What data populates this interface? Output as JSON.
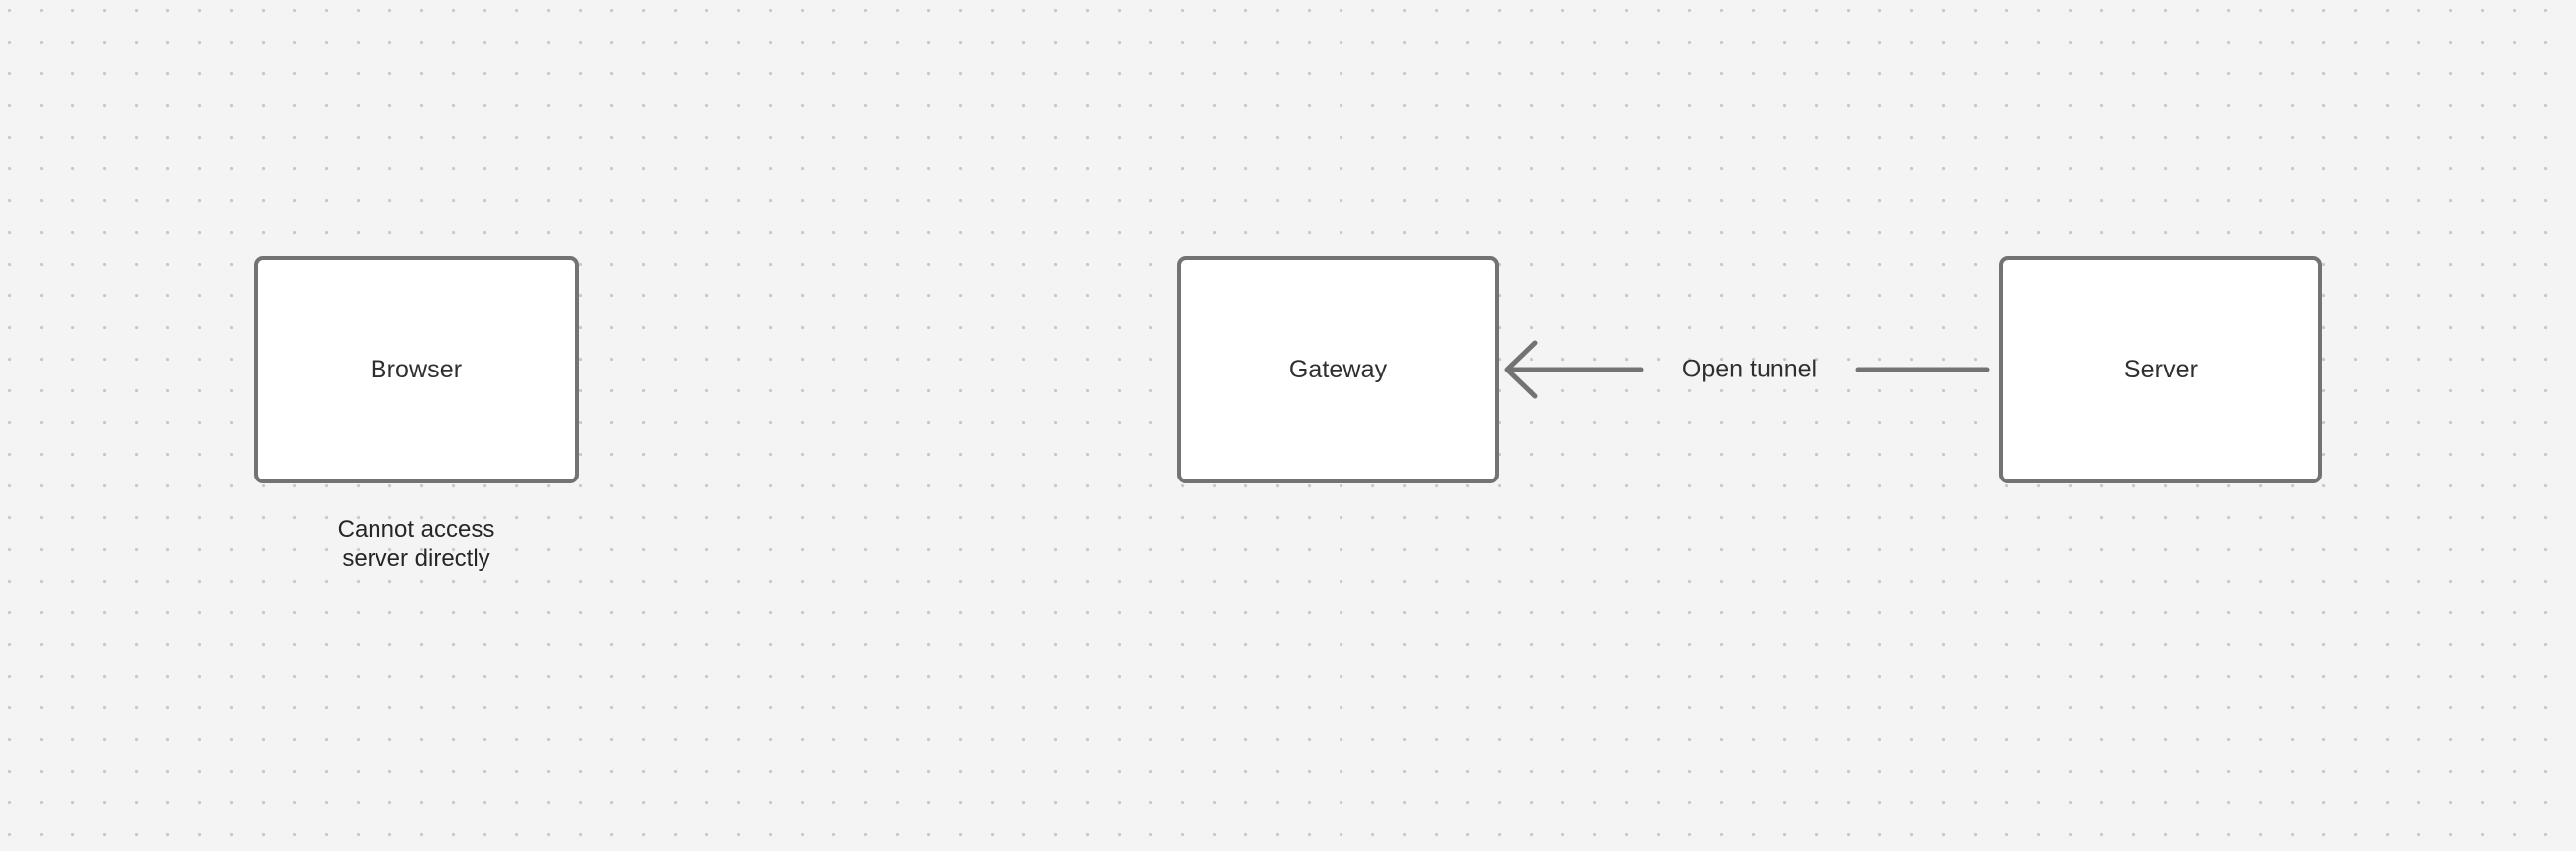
{
  "canvas": {
    "background_color": "#f4f4f4",
    "dot_color": "#c9c9c9",
    "dot_spacing": "32"
  },
  "diagram": {
    "type": "flow-diagram",
    "nodes": [
      {
        "id": "browser",
        "label": "Browser",
        "caption_line_1": "Cannot access",
        "caption_line_2": "server directly",
        "fill": "#ffffff",
        "border_color": "#737373"
      },
      {
        "id": "gateway",
        "label": "Gateway",
        "fill": "#ffffff",
        "border_color": "#737373"
      },
      {
        "id": "server",
        "label": "Server",
        "fill": "#ffffff",
        "border_color": "#737373"
      }
    ],
    "edges": [
      {
        "id": "tunnel",
        "from": "server",
        "to": "gateway",
        "label": "Open tunnel",
        "direction": "left",
        "color": "#737373"
      }
    ]
  }
}
